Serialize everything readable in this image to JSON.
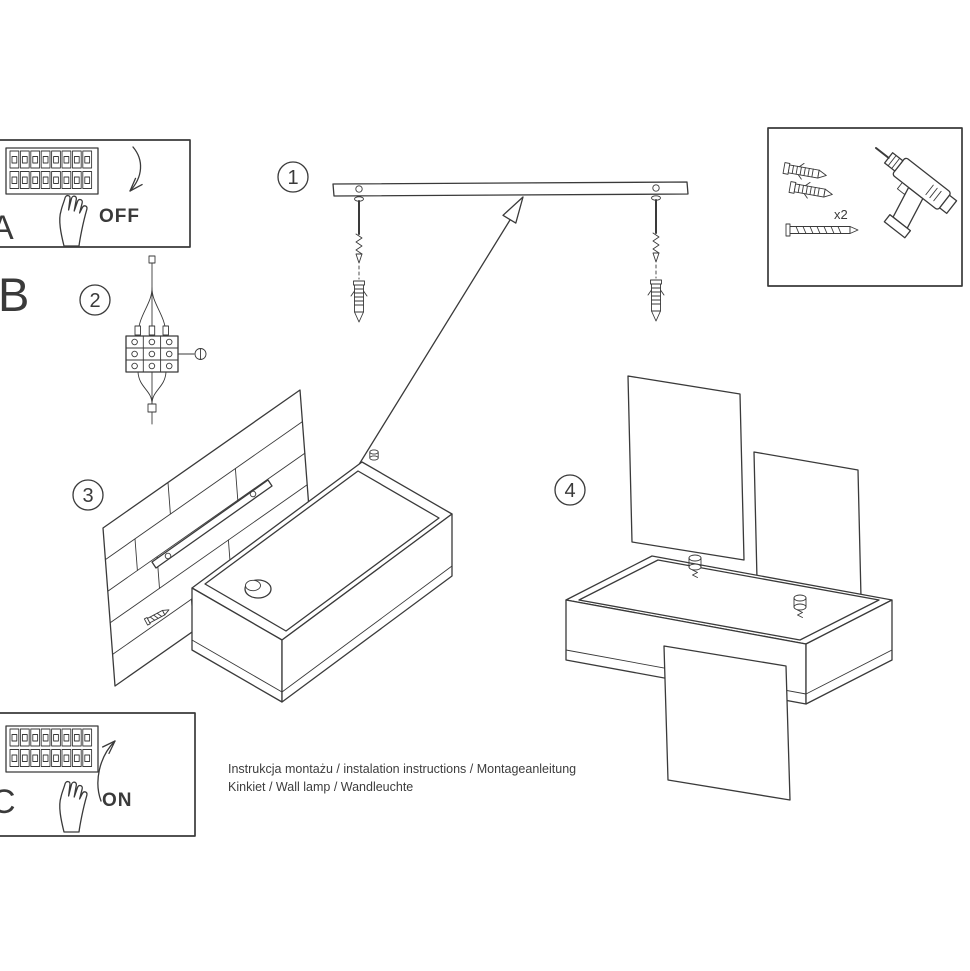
{
  "letters": {
    "a": "A",
    "b": "B",
    "c": "C"
  },
  "steps": {
    "one": "1",
    "two": "2",
    "three": "3",
    "four": "4"
  },
  "power": {
    "off_label": "OFF",
    "on_label": "ON"
  },
  "parts_box": {
    "anchor_qty": "x2"
  },
  "footer": {
    "line1": "Instrukcja montażu / instalation instructions / Montageanleitung",
    "line2": "Kinkiet / Wall lamp / Wandleuchte"
  },
  "colors": {
    "ink": "#3a3a3a",
    "paper": "#ffffff"
  }
}
